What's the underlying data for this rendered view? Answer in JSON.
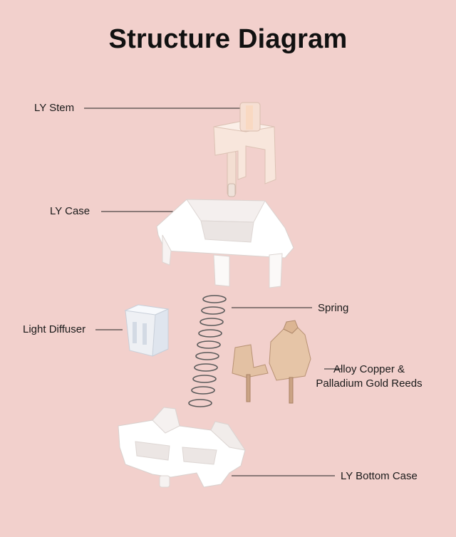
{
  "title": "Structure Diagram",
  "colors": {
    "background": "#f2d0cc",
    "stem": "#f7e4da",
    "case": "#ffffff",
    "reeds": "#d9b391",
    "spring": "#5a5a5a",
    "diffuser": "#e9eef5"
  },
  "labels": {
    "stem": "LY Stem",
    "case": "LY Case",
    "diffuser": "Light Diffuser",
    "spring": "Spring",
    "reeds_line1": "Alloy Copper &",
    "reeds_line2": "Palladium Gold Reeds",
    "bottom_case": "LY Bottom Case"
  }
}
